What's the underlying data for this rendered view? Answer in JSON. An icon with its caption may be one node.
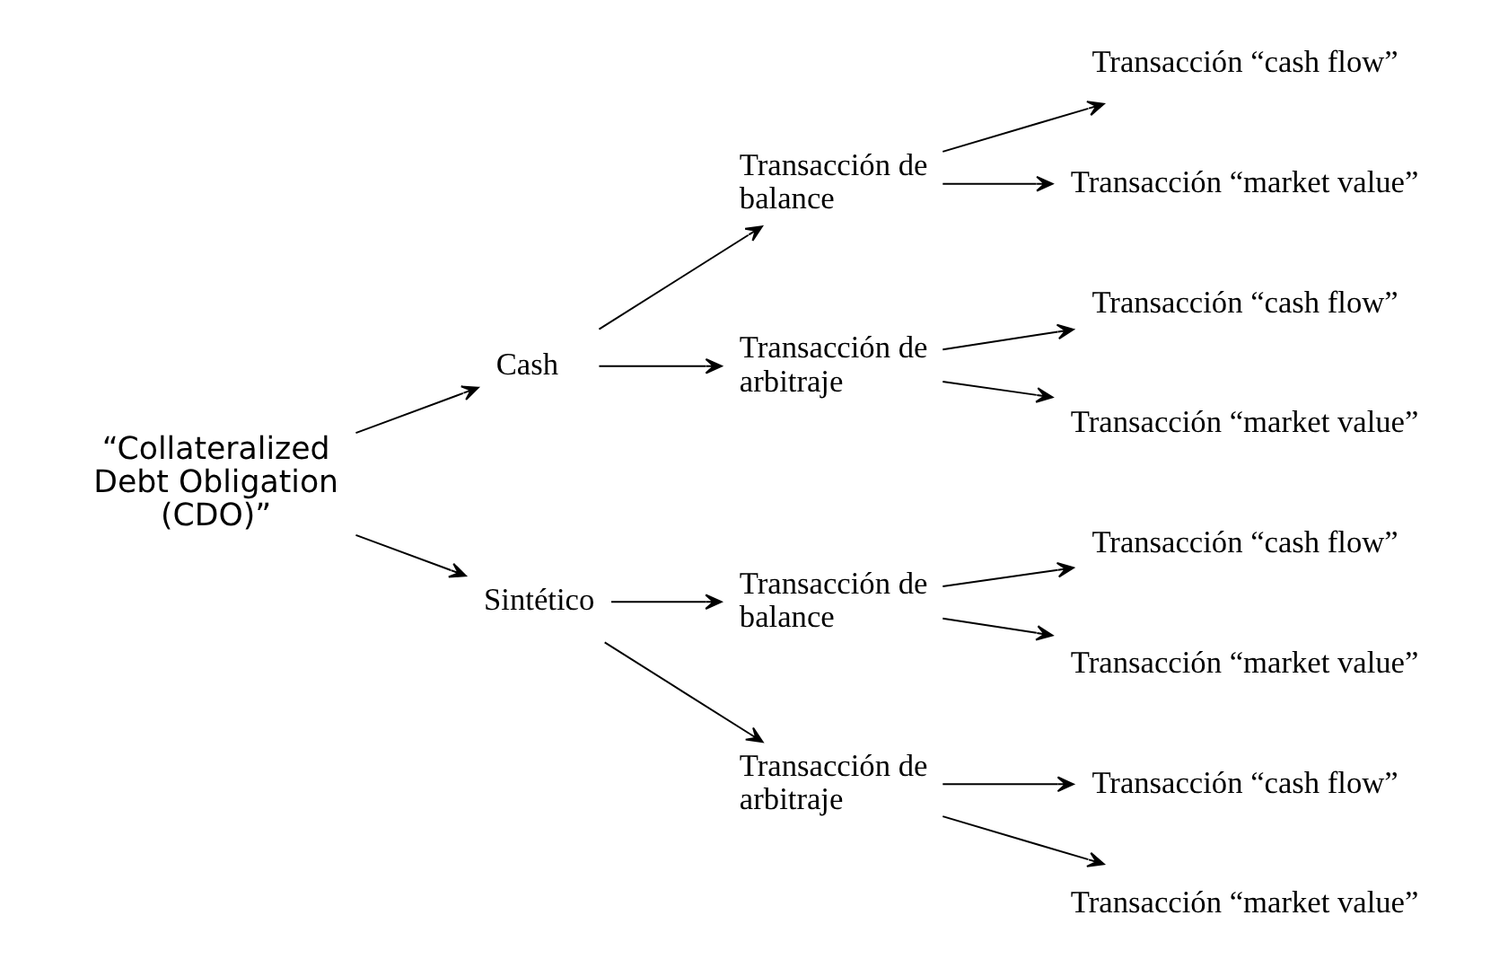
{
  "diagram": {
    "nodes": [
      {
        "text": [
          "“Collateralized Debt Obligation (CDO)”"
        ]
      },
      {
        "text": [
          "Cash"
        ]
      },
      {
        "text": [
          "Transacción de balance"
        ]
      },
      {
        "text": [
          "Transacción “cash flow”"
        ]
      },
      {
        "text": [
          "Transacción “market value”"
        ]
      },
      {
        "text": [
          "Transacción de arbitraje"
        ]
      },
      {
        "text": [
          "Transacción “cash flow”"
        ]
      },
      {
        "text": [
          "Transacción “market value”"
        ]
      },
      {
        "text": [
          "Sintético"
        ]
      },
      {
        "text": [
          "Transacción de balance"
        ]
      },
      {
        "text": [
          "Transacción “cash flow”"
        ]
      },
      {
        "text": [
          "Transacción “market value”"
        ]
      },
      {
        "text": [
          "Transacción de arbitraje"
        ]
      },
      {
        "text": [
          "Transacción “cash flow”"
        ]
      },
      {
        "text": [
          "Transacción “market value”"
        ]
      }
    ],
    "edges": [
      {
        "from": 0,
        "to": 1,
        "arrow": "to"
      },
      {
        "from": 0,
        "to": 8,
        "arrow": "to"
      },
      {
        "from": 1,
        "to": 2,
        "arrow": "to"
      },
      {
        "from": 1,
        "to": 5,
        "arrow": "to"
      },
      {
        "from": 2,
        "to": 3,
        "arrow": "to"
      },
      {
        "from": 2,
        "to": 4,
        "arrow": "to"
      },
      {
        "from": 5,
        "to": 6,
        "arrow": "to"
      },
      {
        "from": 5,
        "to": 7,
        "arrow": "to"
      },
      {
        "from": 8,
        "to": 9,
        "arrow": "to"
      },
      {
        "from": 8,
        "to": 12,
        "arrow": "to"
      },
      {
        "from": 9,
        "to": 10,
        "arrow": "to"
      },
      {
        "from": 9,
        "to": 11,
        "arrow": "to"
      },
      {
        "from": 12,
        "to": 13,
        "arrow": "to"
      },
      {
        "from": 12,
        "to": 14,
        "arrow": "to"
      }
    ]
  }
}
